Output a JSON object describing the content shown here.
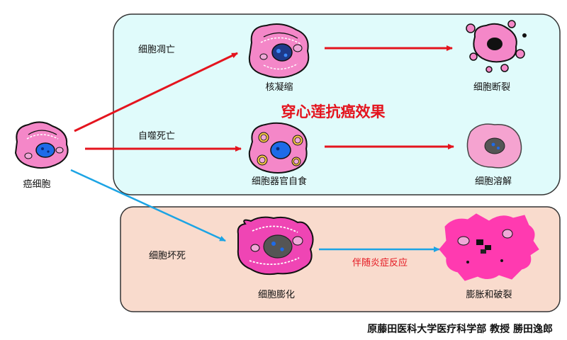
{
  "labels": {
    "cancer_cell": "癌细胞",
    "apoptosis": "细胞凋亡",
    "autophagic_death": "自噬死亡",
    "necrosis": "细胞坏死",
    "condensation": "核凝缩",
    "fragmentation": "细胞断裂",
    "organelle_autophagy": "细胞器官自食",
    "lysis": "细胞溶解",
    "swelling": "细胞膨化",
    "swelling_rupture": "膨胀和破裂",
    "inflammation": "伴随炎症反应"
  },
  "title": "穿心莲抗癌效果",
  "credit": "原藤田医科大学医疗科学部  教授  勝田逸郎",
  "colors": {
    "panel_top_fill": "#e0fbfb",
    "panel_bottom_fill": "#f9dbcd",
    "panel_border": "#333333",
    "arrow_red": "#e4141e",
    "arrow_blue": "#1ca4e4",
    "cell_pink": "#f487c8",
    "cell_magenta": "#ef45b4",
    "nucleus_blue": "#1e6be8",
    "title_red": "#e4141e"
  },
  "icons": [
    "cancer-cell-icon",
    "apoptosis-cell-icon",
    "fragmented-cell-icon",
    "autophagy-cell-icon",
    "lysed-cell-icon",
    "swollen-cell-icon",
    "ruptured-cell-icon"
  ]
}
